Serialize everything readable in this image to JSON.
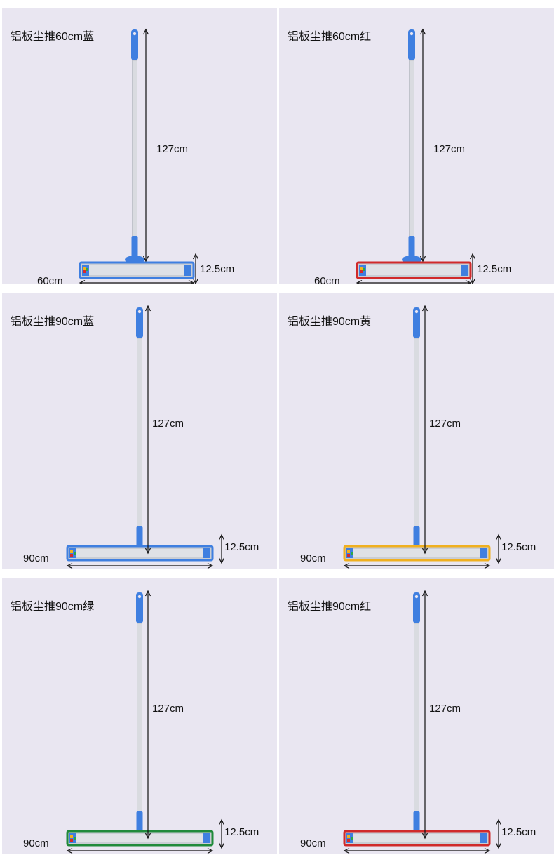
{
  "panels": [
    {
      "title": "铝板尘推60cm蓝",
      "width_label": "60cm",
      "length_label": "127cm",
      "height_label": "12.5cm",
      "size_cm": 60,
      "accent": "#3f7fe0",
      "border": "#3f7fe0"
    },
    {
      "title": "铝板尘推60cm红",
      "width_label": "60cm",
      "length_label": "127cm",
      "height_label": "12.5cm",
      "size_cm": 60,
      "accent": "#3f7fe0",
      "border": "#d02a2a"
    },
    {
      "title": "铝板尘推90cm蓝",
      "width_label": "90cm",
      "length_label": "127cm",
      "height_label": "12.5cm",
      "size_cm": 90,
      "accent": "#3f7fe0",
      "border": "#3f7fe0"
    },
    {
      "title": "铝板尘推90cm黄",
      "width_label": "90cm",
      "length_label": "127cm",
      "height_label": "12.5cm",
      "size_cm": 90,
      "accent": "#3f7fe0",
      "border": "#f0b020"
    },
    {
      "title": "铝板尘推90cm绿",
      "width_label": "90cm",
      "length_label": "127cm",
      "height_label": "12.5cm",
      "size_cm": 90,
      "accent": "#3f7fe0",
      "border": "#1f8a3a"
    },
    {
      "title": "铝板尘推90cm红",
      "width_label": "90cm",
      "length_label": "127cm",
      "height_label": "12.5cm",
      "size_cm": 90,
      "accent": "#3f7fe0",
      "border": "#d02a2a"
    }
  ]
}
